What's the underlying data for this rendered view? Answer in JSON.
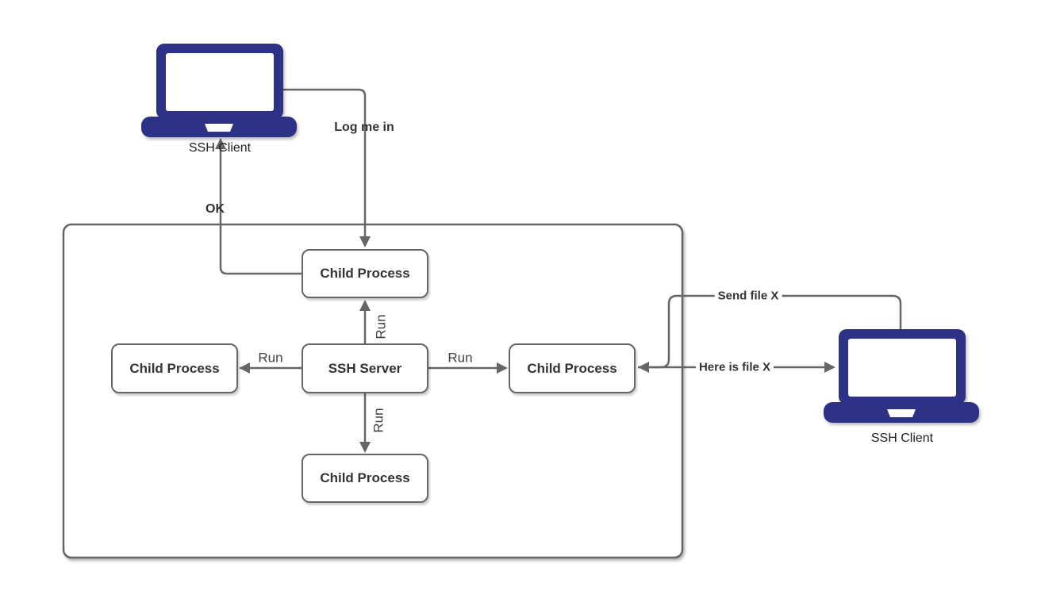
{
  "diagram": {
    "nodes": {
      "ssh_client_left": "SSH Client",
      "ssh_client_right": "SSH Client",
      "ssh_server": "SSH Server",
      "child_top": "Child Process",
      "child_left": "Child Process",
      "child_right": "Child Process",
      "child_bottom": "Child Process"
    },
    "edges": {
      "log_me_in": "Log me in",
      "ok": "OK",
      "run_up": "Run",
      "run_left": "Run",
      "run_right": "Run",
      "run_down": "Run",
      "send_file": "Send file X",
      "here_is_file": "Here is file X"
    },
    "colors": {
      "connector": "#666666",
      "node_border": "#666666",
      "node_fill": "#ffffff",
      "node_text": "#333333",
      "laptop": "#2d3287",
      "background": "#ffffff"
    }
  }
}
